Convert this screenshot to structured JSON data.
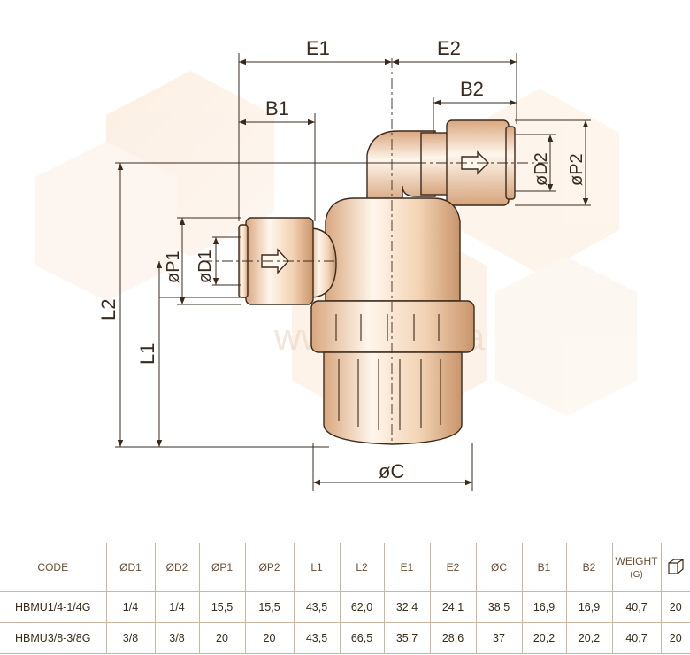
{
  "drawing": {
    "labels": {
      "e1": "E1",
      "e2": "E2",
      "b1": "B1",
      "b2": "B2",
      "l1": "L1",
      "l2": "L2",
      "c": "øC",
      "p1": "øP1",
      "d1": "øD1",
      "p2": "øP2",
      "d2": "øD2"
    },
    "watermark": "www.leon.ua",
    "colors": {
      "outline": "#3a2a1c",
      "body_light": "#fff6ec",
      "body_mid": "#f2d2b3",
      "body_dark": "#d9a77f"
    }
  },
  "table": {
    "headers": [
      "CODE",
      "ØD1",
      "ØD2",
      "ØP1",
      "ØP2",
      "L1",
      "L2",
      "E1",
      "E2",
      "ØC",
      "B1",
      "B2",
      "WEIGHT",
      "box-icon"
    ],
    "weight_unit": "(G)",
    "rows": [
      [
        "HBMU1/4-1/4G",
        "1/4",
        "1/4",
        "15,5",
        "15,5",
        "43,5",
        "62,0",
        "32,4",
        "24,1",
        "38,5",
        "16,9",
        "16,9",
        "40,7",
        "20"
      ],
      [
        "HBMU3/8-3/8G",
        "3/8",
        "3/8",
        "20",
        "20",
        "43,5",
        "66,5",
        "35,7",
        "28,6",
        "37",
        "20,2",
        "20,2",
        "40,7",
        "20"
      ]
    ]
  }
}
